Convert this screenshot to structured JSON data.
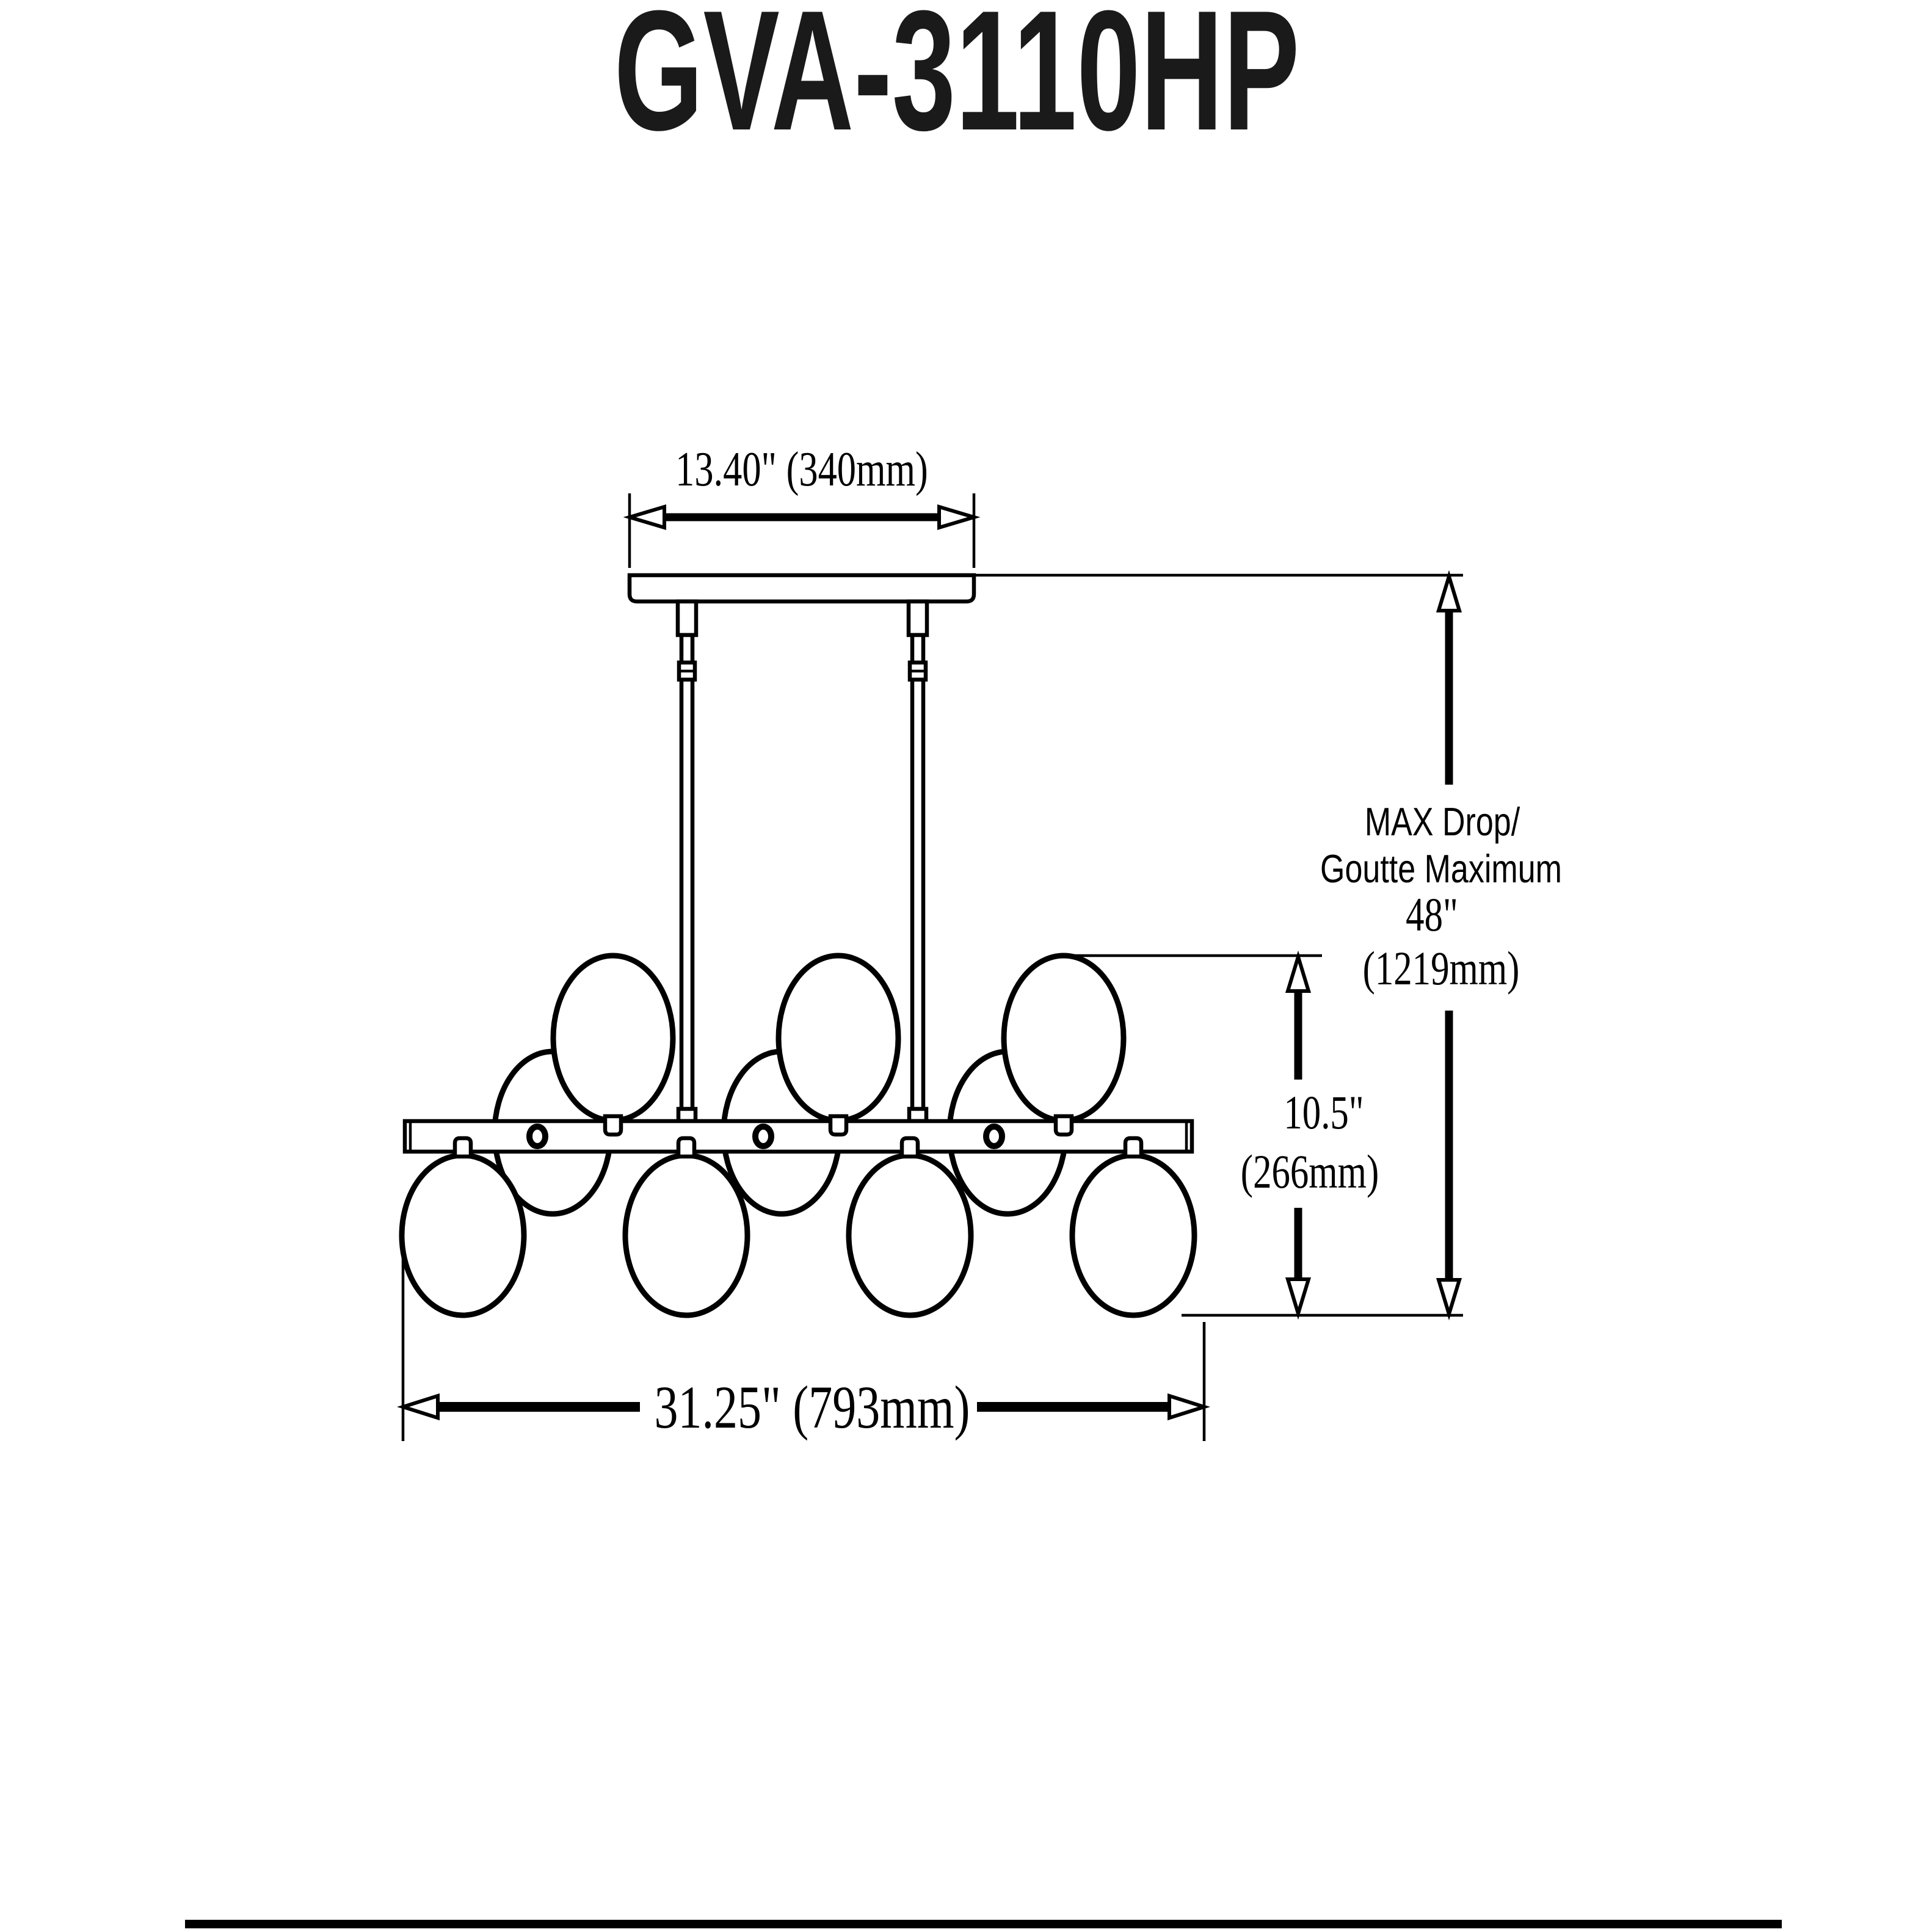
{
  "title": "GVA-3110HP",
  "dimensions": {
    "canopy_width": "13.40\" (340mm)",
    "overall_width": "31.25\" (793mm)",
    "body_height_in": "10.5\"",
    "body_height_mm": "(266mm)",
    "max_drop_label_en": "MAX Drop/",
    "max_drop_label_fr": "Goutte Maximum",
    "max_drop_in": "48\"",
    "max_drop_mm": "(1219mm)"
  },
  "colors": {
    "line": "#000000",
    "background": "#ffffff"
  }
}
